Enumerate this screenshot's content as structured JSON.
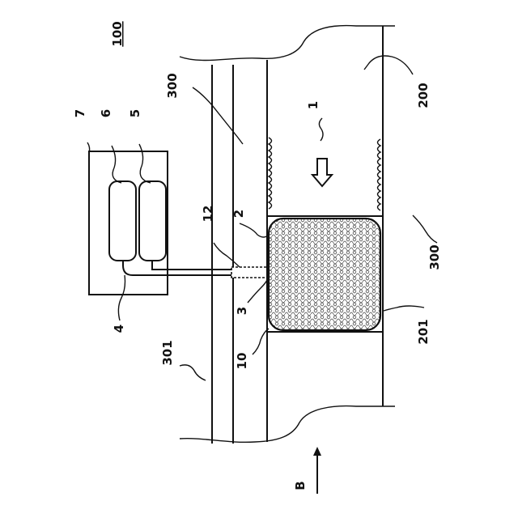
{
  "figure": {
    "number": "100",
    "direction_label": "B",
    "labels": {
      "l1": "1",
      "l2": "2",
      "l3": "3",
      "l4": "4",
      "l5": "5",
      "l6": "6",
      "l7": "7",
      "l10": "10",
      "l12": "12",
      "l200": "200",
      "l201": "201",
      "l300a": "300",
      "l300b": "300",
      "l301": "301"
    },
    "colors": {
      "ink": "#111111",
      "paper": "#ffffff"
    }
  }
}
